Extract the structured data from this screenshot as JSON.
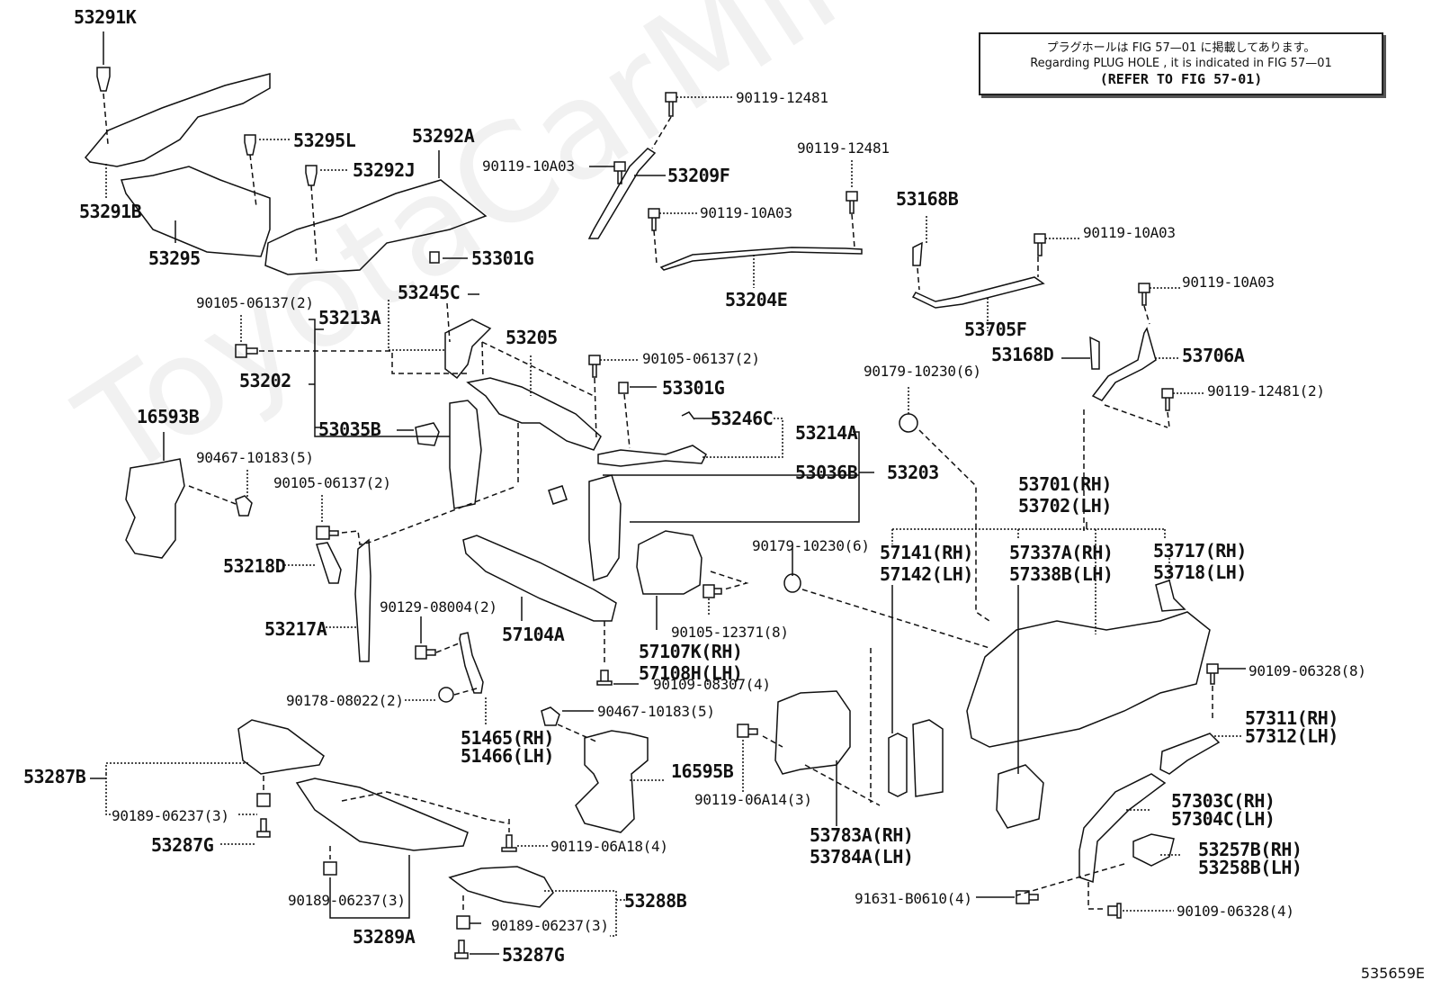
{
  "diagram": {
    "type": "exploded parts diagram",
    "figure_id": "535659E",
    "watermark": "ToyotaCarMine.ru",
    "note": {
      "japanese": "プラグホールは FIG 57—01 に掲載してあります。",
      "english": "Regarding PLUG HOLE , it is indicated in FIG 57—01",
      "refer": "(REFER TO FIG 57-01)"
    },
    "labels": {
      "p53291K": "53291K",
      "p53291B": "53291B",
      "p53295L": "53295L",
      "p53292J": "53292J",
      "p53292A": "53292A",
      "p53295": "53295",
      "p53301G_a": "53301G",
      "b90119_12481_a": "90119-12481",
      "b90119_10A03_a": "90119-10A03",
      "p53209F": "53209F",
      "b90119_12481_b": "90119-12481",
      "b90119_10A03_b": "90119-10A03",
      "p53204E": "53204E",
      "p53168B": "53168B",
      "b90119_10A03_c": "90119-10A03",
      "p53705F": "53705F",
      "b90119_10A03_d": "90119-10A03",
      "p53168D": "53168D",
      "p53706A": "53706A",
      "b90119_12481_c": "90119-12481(2)",
      "b90105_06137_a": "90105-06137(2)",
      "p53213A": "53213A",
      "p53245C": "53245C",
      "p53205": "53205",
      "p53202": "53202",
      "p53035B": "53035B",
      "b90105_06137_b": "90105-06137(2)",
      "p53301G_b": "53301G",
      "p53246C": "53246C",
      "p53214A": "53214A",
      "p53036B": "53036B",
      "p53203": "53203",
      "w90179_10230_a": "90179-10230(6)",
      "p16593B": "16593B",
      "c90467_10183_a": "90467-10183(5)",
      "b90105_06137_c": "90105-06137(2)",
      "p53218D": "53218D",
      "p53217A": "53217A",
      "b90129_08004": "90129-08004(2)",
      "p57104A": "57104A",
      "b90105_12371": "90105-12371(8)",
      "p57107K": "57107K(RH)",
      "p57108H": "57108H(LH)",
      "w90179_10230_b": "90179-10230(6)",
      "p53701": "53701(RH)",
      "p53702": "53702(LH)",
      "p57141": "57141(RH)",
      "p57142": "57142(LH)",
      "p57337A": "57337A(RH)",
      "p57338B": "57338B(LH)",
      "p53717": "53717(RH)",
      "p53718": "53718(LH)",
      "b90109_08307": "90109-08307(4)",
      "n90178_08022": "90178-08022(2)",
      "c90467_10183_b": "90467-10183(5)",
      "p51465": "51465(RH)",
      "p51466": "51466(LH)",
      "p16595B": "16595B",
      "b90109_06328_a": "90109-06328(8)",
      "p57311": "57311(RH)",
      "p57312": "57312(LH)",
      "p53287B": "53287B",
      "c90189_06237_a": "90189-06237(3)",
      "p53287G_a": "53287G",
      "b90119_06A14": "90119-06A14(3)",
      "p53783A": "53783A(RH)",
      "p53784A": "53784A(LH)",
      "p57303C": "57303C(RH)",
      "p57304C": "57304C(LH)",
      "b90119_06A18": "90119-06A18(4)",
      "p53257B": "53257B(RH)",
      "p53258B": "53258B(LH)",
      "c90189_06237_b": "90189-06237(3)",
      "p53289A": "53289A",
      "p53288B": "53288B",
      "c90189_06237_c": "90189-06237(3)",
      "p53287G_b": "53287G",
      "b91631_B0610": "91631-B0610(4)",
      "b90109_06328_b": "90109-06328(4)"
    }
  }
}
